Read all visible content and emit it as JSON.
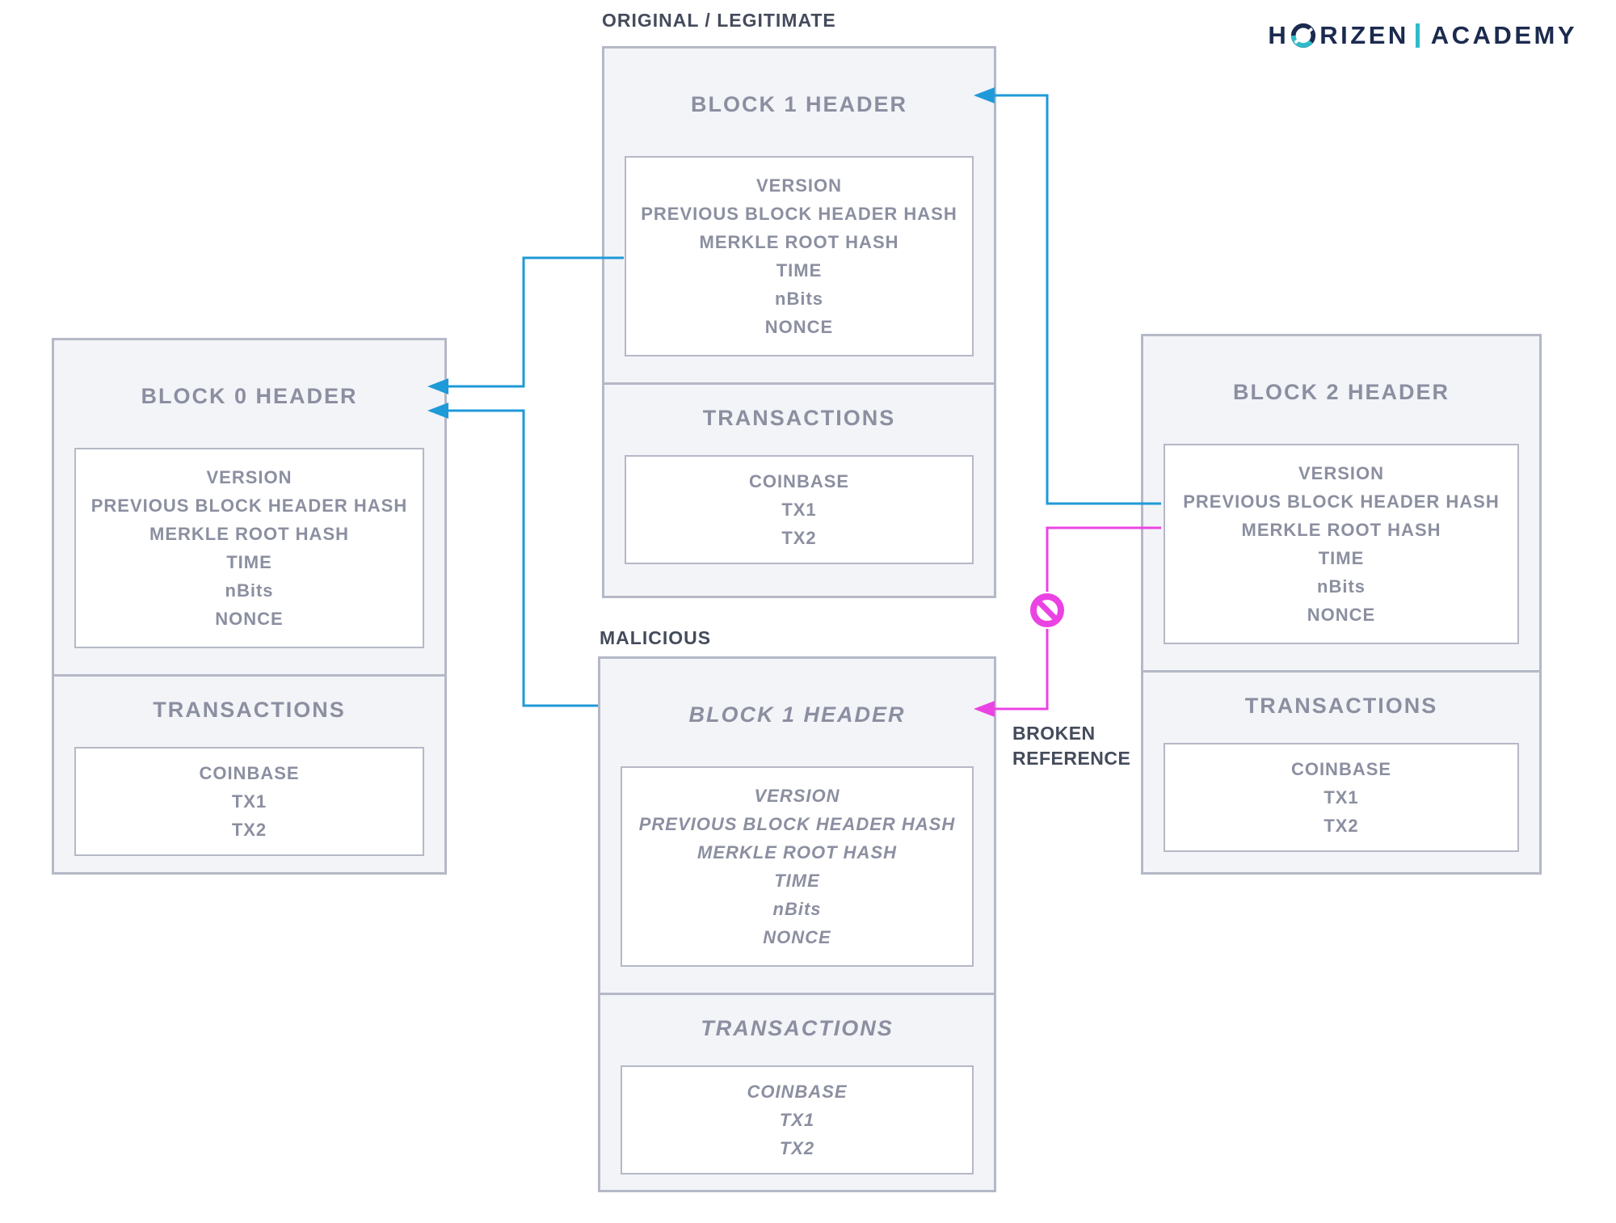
{
  "logo": {
    "word1_start": "H",
    "word1_end": "RIZEN",
    "word2": "ACADEMY"
  },
  "labels": {
    "original": "ORIGINAL / LEGITIMATE",
    "malicious": "MALICIOUS",
    "broken_reference": "BROKEN REFERENCE"
  },
  "blocks": {
    "block0": {
      "title": "BLOCK 0 HEADER",
      "header_fields": [
        "VERSION",
        "PREVIOUS BLOCK HEADER HASH",
        "MERKLE ROOT HASH",
        "TIME",
        "nBits",
        "NONCE"
      ],
      "transactions_title": "TRANSACTIONS",
      "transactions": [
        "COINBASE",
        "TX1",
        "TX2"
      ]
    },
    "block1_original": {
      "title": "BLOCK 1 HEADER",
      "header_fields": [
        "VERSION",
        "PREVIOUS BLOCK HEADER HASH",
        "MERKLE ROOT HASH",
        "TIME",
        "nBits",
        "NONCE"
      ],
      "transactions_title": "TRANSACTIONS",
      "transactions": [
        "COINBASE",
        "TX1",
        "TX2"
      ]
    },
    "block1_malicious": {
      "title": "BLOCK 1 HEADER",
      "header_fields": [
        "VERSION",
        "PREVIOUS BLOCK HEADER HASH",
        "MERKLE ROOT HASH",
        "TIME",
        "nBits",
        "NONCE"
      ],
      "transactions_title": "TRANSACTIONS",
      "transactions": [
        "COINBASE",
        "TX1",
        "TX2"
      ]
    },
    "block2": {
      "title": "BLOCK 2 HEADER",
      "header_fields": [
        "VERSION",
        "PREVIOUS BLOCK HEADER HASH",
        "MERKLE ROOT HASH",
        "TIME",
        "nBits",
        "NONCE"
      ],
      "transactions_title": "TRANSACTIONS",
      "transactions": [
        "COINBASE",
        "TX1",
        "TX2"
      ]
    }
  },
  "colors": {
    "valid_link": "#1f9ad8",
    "broken_link": "#eb43e3",
    "block_fill": "#f3f4f8",
    "block_border": "#b5b8c6",
    "block_text": "#8b8fa0",
    "label_text": "#444b5b",
    "logo_navy": "#1b2a4e",
    "logo_teal": "#2fbcc9",
    "canvas_bg": "#ffffff"
  }
}
